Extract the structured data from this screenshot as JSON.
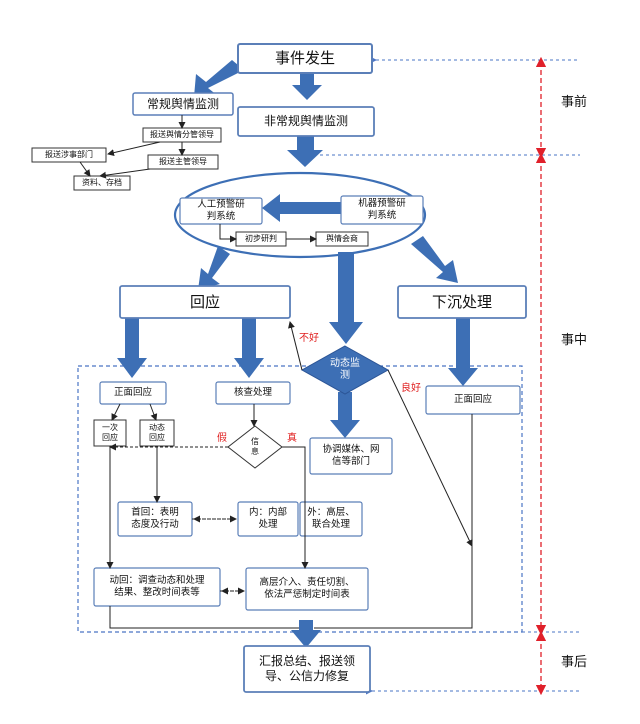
{
  "nodes": {
    "event_occur": "事件发生",
    "routine_monitor": "常规舆情监测",
    "nonroutine_monitor": "非常规舆情监测",
    "report_leader": "报送舆情分管领导",
    "report_dept": "报送涉事部门",
    "report_main_leader": "报送主管领导",
    "archive": "资料、存档",
    "manual_warning": "人工预警研\n判系统",
    "machine_warning": "机器预警研\n判系统",
    "initial_judgement": "初步研判",
    "consultation": "舆情会商",
    "respond": "回应",
    "sink_handle": "下沉处理",
    "dynamic_monitor": "动态监\n测",
    "positive_response_left": "正面回应",
    "verify_handle": "核查处理",
    "coordinate_media": "协调媒体、网\n信等部门",
    "positive_response_right": "正面回应",
    "first_response": "一次\n回应",
    "dynamic_response": "动态\n回应",
    "information": "信\n息",
    "first_return": "首回：表明\n态度及行动",
    "internal": "内：内部\n处理",
    "external": "外：高层、\n联合处理",
    "dynamic_return": "动回：调查动态和处理\n结果、整改时间表等",
    "senior_intervene": "高层介入、责任切割、\n依法严惩制定时间表",
    "summary": "汇报总结、报送领\n导、公信力修复"
  },
  "edge_labels": {
    "bad": "不好",
    "good": "良好",
    "false": "假",
    "true": "真"
  },
  "phases": {
    "before": "事前",
    "during": "事中",
    "after": "事后"
  },
  "colors": {
    "arrow_blue": "#3d6fb5",
    "box_border": "#5b7fb8",
    "dashed_blue": "#4a74c4",
    "phase_red": "#e0202a",
    "label_red": "#e02020"
  }
}
